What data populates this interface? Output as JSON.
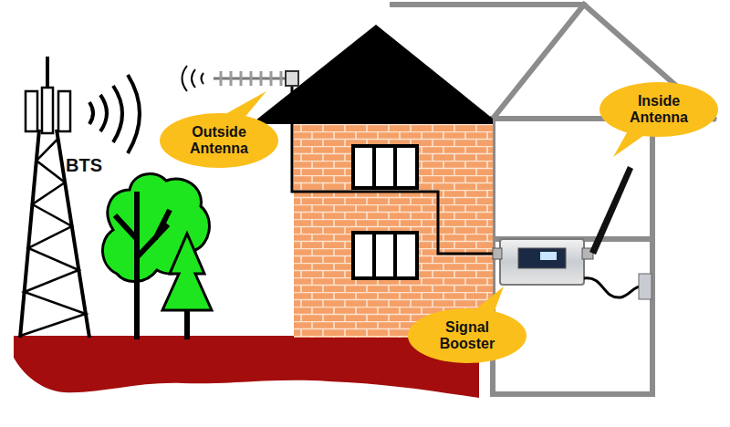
{
  "diagram": {
    "nodes": [
      {
        "text": [
          "Outside Antenna"
        ]
      },
      {
        "text": [
          "Inside Antenna"
        ]
      },
      {
        "text": [
          "Signal Booster"
        ]
      }
    ],
    "labels": [
      "BTS"
    ]
  }
}
